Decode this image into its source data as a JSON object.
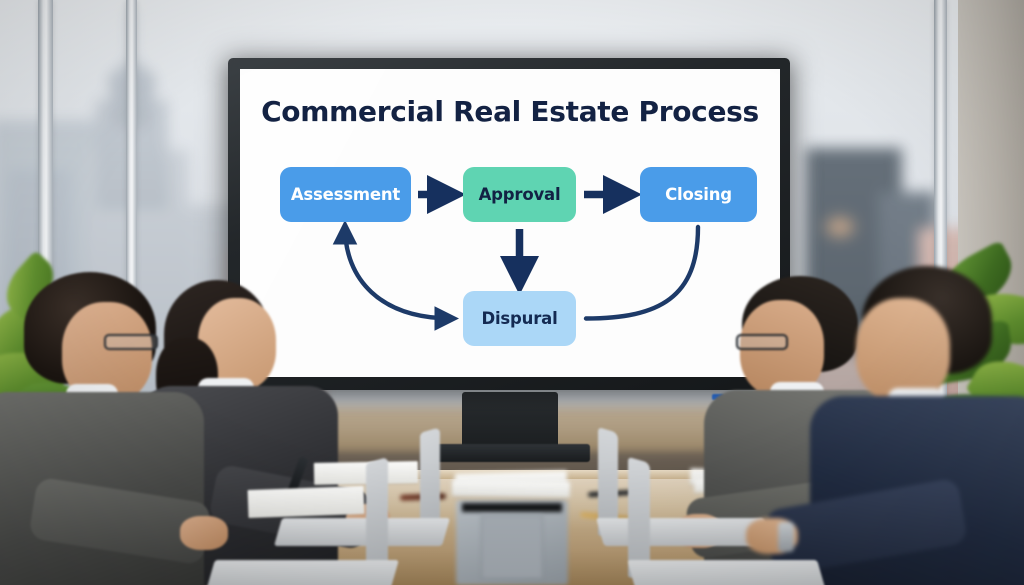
{
  "scene": {
    "setting_label": "corporate-conference-room",
    "display": {
      "device_label": "wall-mounted-presentation-display",
      "slide": {
        "title": "Commercial Real Estate Process",
        "title_color": "#132243",
        "background_color": "#fdfdfd",
        "nodes": [
          {
            "id": "assessment",
            "label": "Assessment",
            "fill": "#4a9ce9",
            "text_color": "#ffffff"
          },
          {
            "id": "approval",
            "label": "Approval",
            "fill": "#5fd4b2",
            "text_color": "#122244"
          },
          {
            "id": "closing",
            "label": "Closing",
            "fill": "#4a9ce9",
            "text_color": "#ffffff"
          },
          {
            "id": "dispute",
            "label": "Dispural",
            "fill": "#abd7f7",
            "text_color": "#142a52"
          }
        ],
        "connectors": [
          {
            "id": "assessment-to-approval",
            "from": "assessment",
            "to": "approval",
            "style": "straight-arrow",
            "color": "#16305e"
          },
          {
            "id": "approval-to-closing",
            "from": "approval",
            "to": "closing",
            "style": "straight-arrow",
            "color": "#16305e"
          },
          {
            "id": "approval-to-dispute",
            "from": "approval",
            "to": "dispute",
            "style": "straight-arrow-down",
            "color": "#16305e"
          },
          {
            "id": "dispute-to-assessment",
            "from": "dispute",
            "to": "assessment",
            "style": "curved-double-arrow",
            "color": "#1d3a68"
          },
          {
            "id": "dispute-to-closing",
            "from": "dispute",
            "to": "closing",
            "style": "curved-line",
            "color": "#1d3a68"
          }
        ]
      },
      "bezel_color": "#1b1f22",
      "indicator_colors": [
        "#2b6fd6",
        "#d7452f"
      ]
    },
    "people": [
      {
        "id": "person-1",
        "position": "left-front",
        "attire": "gray-suit",
        "facing": "right",
        "accessory": "eyeglasses"
      },
      {
        "id": "person-2",
        "position": "left-back",
        "attire": "charcoal-suit",
        "facing": "right",
        "accessory": "pen"
      },
      {
        "id": "person-3",
        "position": "right-back",
        "attire": "gray-suit",
        "facing": "left",
        "accessory": "eyeglasses"
      },
      {
        "id": "person-4",
        "position": "right-front",
        "attire": "navy-suit",
        "facing": "left",
        "accessory": "wristwatch"
      }
    ],
    "table": {
      "material": "light-wood",
      "items": [
        "laptop",
        "laptop",
        "laptop",
        "laptop",
        "document-stack",
        "pen",
        "pen",
        "tablet"
      ]
    },
    "background": {
      "window_view": "blurred-city-skyline",
      "plants": [
        "left-foliage",
        "right-foliage"
      ]
    }
  }
}
